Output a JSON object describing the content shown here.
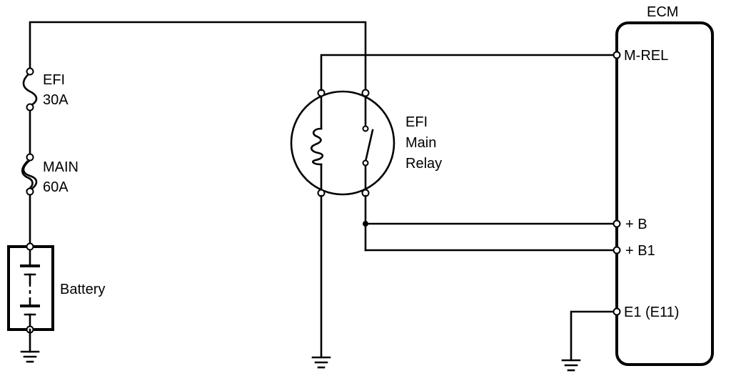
{
  "fuses": {
    "efi": {
      "name": "EFI",
      "rating": "30A"
    },
    "main": {
      "name": "MAIN",
      "rating": "60A"
    }
  },
  "battery": {
    "label": "Battery"
  },
  "relay": {
    "line1": "EFI",
    "line2": "Main",
    "line3": "Relay"
  },
  "ecm": {
    "title": "ECM",
    "pins": {
      "mrel": "M-REL",
      "b": "+ B",
      "b1": "+ B1",
      "e1": "E1 (E11)"
    }
  }
}
